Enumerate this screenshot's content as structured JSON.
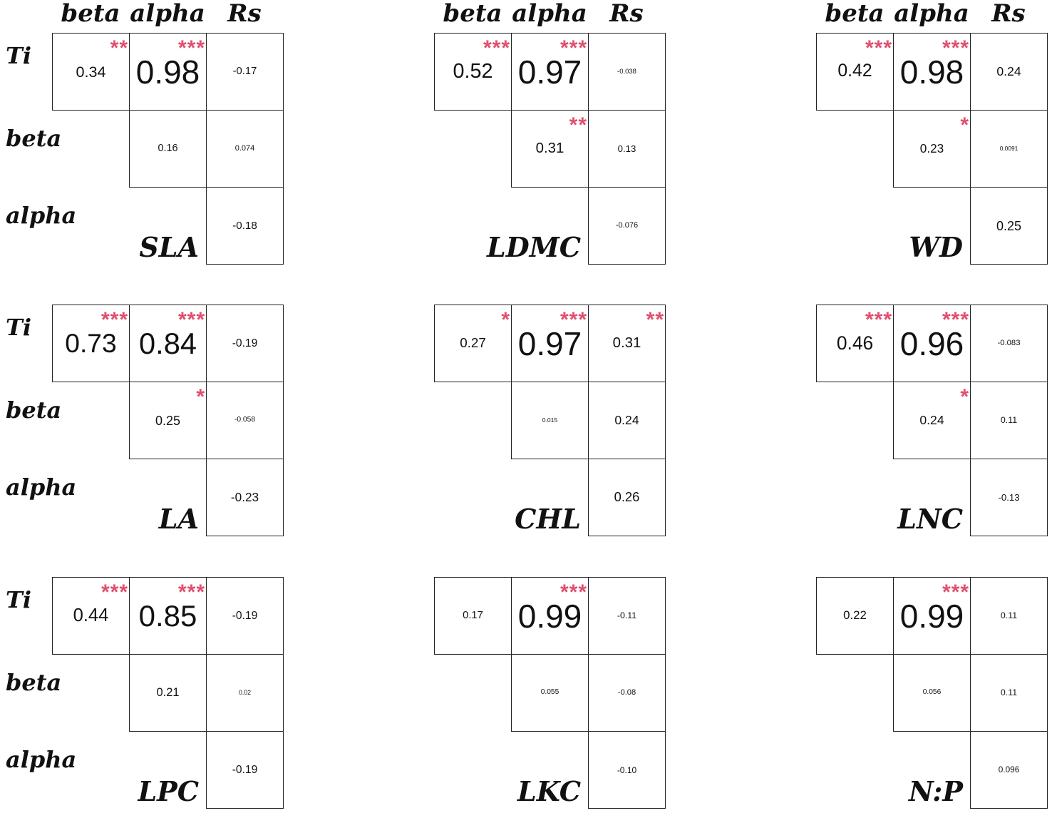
{
  "colors": {
    "significance": "#e0506f",
    "border": "#222222",
    "text": "#111111"
  },
  "chart_data": {
    "type": "table",
    "column_headers": [
      "beta",
      "alpha",
      "Rs"
    ],
    "row_headers": [
      "Ti",
      "beta",
      "alpha"
    ],
    "panels": [
      {
        "trait": "SLA",
        "cells": [
          {
            "row": "Ti",
            "col": "beta",
            "value": "0.34",
            "sig": "**"
          },
          {
            "row": "Ti",
            "col": "alpha",
            "value": "0.98",
            "sig": "***"
          },
          {
            "row": "Ti",
            "col": "Rs",
            "value": "-0.17",
            "sig": ""
          },
          {
            "row": "beta",
            "col": "alpha",
            "value": "0.16",
            "sig": ""
          },
          {
            "row": "beta",
            "col": "Rs",
            "value": "0.074",
            "sig": ""
          },
          {
            "row": "alpha",
            "col": "Rs",
            "value": "-0.18",
            "sig": ""
          }
        ]
      },
      {
        "trait": "LDMC",
        "cells": [
          {
            "row": "Ti",
            "col": "beta",
            "value": "0.52",
            "sig": "***"
          },
          {
            "row": "Ti",
            "col": "alpha",
            "value": "0.97",
            "sig": "***"
          },
          {
            "row": "Ti",
            "col": "Rs",
            "value": "-0.038",
            "sig": ""
          },
          {
            "row": "beta",
            "col": "alpha",
            "value": "0.31",
            "sig": "**"
          },
          {
            "row": "beta",
            "col": "Rs",
            "value": "0.13",
            "sig": ""
          },
          {
            "row": "alpha",
            "col": "Rs",
            "value": "-0.076",
            "sig": ""
          }
        ]
      },
      {
        "trait": "WD",
        "cells": [
          {
            "row": "Ti",
            "col": "beta",
            "value": "0.42",
            "sig": "***"
          },
          {
            "row": "Ti",
            "col": "alpha",
            "value": "0.98",
            "sig": "***"
          },
          {
            "row": "Ti",
            "col": "Rs",
            "value": "0.24",
            "sig": ""
          },
          {
            "row": "beta",
            "col": "alpha",
            "value": "0.23",
            "sig": "*"
          },
          {
            "row": "beta",
            "col": "Rs",
            "value": "0.0091",
            "sig": ""
          },
          {
            "row": "alpha",
            "col": "Rs",
            "value": "0.25",
            "sig": ""
          }
        ]
      },
      {
        "trait": "LA",
        "cells": [
          {
            "row": "Ti",
            "col": "beta",
            "value": "0.73",
            "sig": "***"
          },
          {
            "row": "Ti",
            "col": "alpha",
            "value": "0.84",
            "sig": "***"
          },
          {
            "row": "Ti",
            "col": "Rs",
            "value": "-0.19",
            "sig": ""
          },
          {
            "row": "beta",
            "col": "alpha",
            "value": "0.25",
            "sig": "*"
          },
          {
            "row": "beta",
            "col": "Rs",
            "value": "-0.058",
            "sig": ""
          },
          {
            "row": "alpha",
            "col": "Rs",
            "value": "-0.23",
            "sig": ""
          }
        ]
      },
      {
        "trait": "CHL",
        "cells": [
          {
            "row": "Ti",
            "col": "beta",
            "value": "0.27",
            "sig": "*"
          },
          {
            "row": "Ti",
            "col": "alpha",
            "value": "0.97",
            "sig": "***"
          },
          {
            "row": "Ti",
            "col": "Rs",
            "value": "0.31",
            "sig": "**"
          },
          {
            "row": "beta",
            "col": "alpha",
            "value": "0.015",
            "sig": ""
          },
          {
            "row": "beta",
            "col": "Rs",
            "value": "0.24",
            "sig": ""
          },
          {
            "row": "alpha",
            "col": "Rs",
            "value": "0.26",
            "sig": ""
          }
        ]
      },
      {
        "trait": "LNC",
        "cells": [
          {
            "row": "Ti",
            "col": "beta",
            "value": "0.46",
            "sig": "***"
          },
          {
            "row": "Ti",
            "col": "alpha",
            "value": "0.96",
            "sig": "***"
          },
          {
            "row": "Ti",
            "col": "Rs",
            "value": "-0.083",
            "sig": ""
          },
          {
            "row": "beta",
            "col": "alpha",
            "value": "0.24",
            "sig": "*"
          },
          {
            "row": "beta",
            "col": "Rs",
            "value": "0.11",
            "sig": ""
          },
          {
            "row": "alpha",
            "col": "Rs",
            "value": "-0.13",
            "sig": ""
          }
        ]
      },
      {
        "trait": "LPC",
        "cells": [
          {
            "row": "Ti",
            "col": "beta",
            "value": "0.44",
            "sig": "***"
          },
          {
            "row": "Ti",
            "col": "alpha",
            "value": "0.85",
            "sig": "***"
          },
          {
            "row": "Ti",
            "col": "Rs",
            "value": "-0.19",
            "sig": ""
          },
          {
            "row": "beta",
            "col": "alpha",
            "value": "0.21",
            "sig": ""
          },
          {
            "row": "beta",
            "col": "Rs",
            "value": "0.02",
            "sig": ""
          },
          {
            "row": "alpha",
            "col": "Rs",
            "value": "-0.19",
            "sig": ""
          }
        ]
      },
      {
        "trait": "LKC",
        "cells": [
          {
            "row": "Ti",
            "col": "beta",
            "value": "0.17",
            "sig": ""
          },
          {
            "row": "Ti",
            "col": "alpha",
            "value": "0.99",
            "sig": "***"
          },
          {
            "row": "Ti",
            "col": "Rs",
            "value": "-0.11",
            "sig": ""
          },
          {
            "row": "beta",
            "col": "alpha",
            "value": "0.055",
            "sig": ""
          },
          {
            "row": "beta",
            "col": "Rs",
            "value": "-0.08",
            "sig": ""
          },
          {
            "row": "alpha",
            "col": "Rs",
            "value": "-0.10",
            "sig": ""
          }
        ]
      },
      {
        "trait": "N:P",
        "cells": [
          {
            "row": "Ti",
            "col": "beta",
            "value": "0.22",
            "sig": ""
          },
          {
            "row": "Ti",
            "col": "alpha",
            "value": "0.99",
            "sig": "***"
          },
          {
            "row": "Ti",
            "col": "Rs",
            "value": "0.11",
            "sig": ""
          },
          {
            "row": "beta",
            "col": "alpha",
            "value": "0.056",
            "sig": ""
          },
          {
            "row": "beta",
            "col": "Rs",
            "value": "0.11",
            "sig": ""
          },
          {
            "row": "alpha",
            "col": "Rs",
            "value": "0.096",
            "sig": ""
          }
        ]
      }
    ]
  }
}
